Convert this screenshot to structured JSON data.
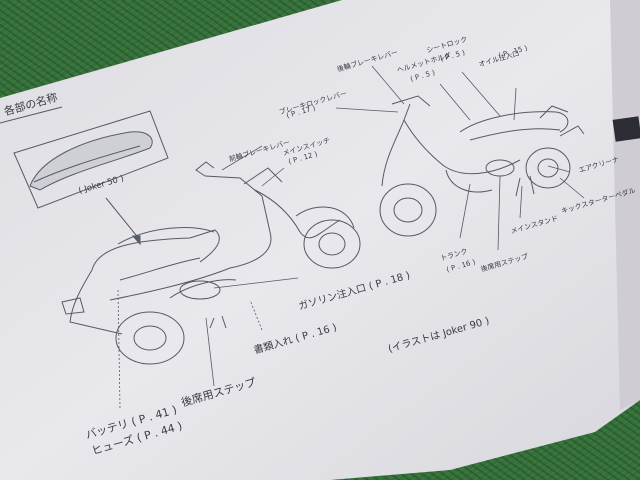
{
  "section": {
    "title": "各部の名称"
  },
  "inset": {
    "caption": "( Joker 50 )"
  },
  "labels": {
    "front_brake_lever": "前輪ブレーキレバー",
    "main_switch": "メインスイッチ",
    "main_switch_page": "( P . 12 )",
    "brake_lock_lever": "ブレーキロックレバー",
    "brake_lock_lever_page": "( P . 17 )",
    "rear_brake_lever": "後輪ブレーキレバー",
    "seat_lock": "シートロック",
    "seat_lock_page": "( P . 5 )",
    "helmet_holder": "ヘルメットホルダ",
    "helmet_holder_page": "( P . 5 )",
    "oil_filler": "オイル注入口",
    "oil_filler_page": "( P . 15 )",
    "air_cleaner": "エアクリーナ",
    "kick_starter": "キックスターターペダル",
    "main_stand": "メインスタンド",
    "trunk": "トランク",
    "trunk_page": "( P . 16 )",
    "rear_step_right": "後席用ステップ",
    "fuel_filler": "ガソリン注入口 ( P . 18 )",
    "document_holder": "書類入れ ( P . 16 )",
    "rear_step_left": "後席用ステップ",
    "battery": "バッテリ ( P . 41 )",
    "fuse": "ヒューズ ( P . 44 )",
    "illustration_note": "(イラストは Joker 90 )"
  }
}
